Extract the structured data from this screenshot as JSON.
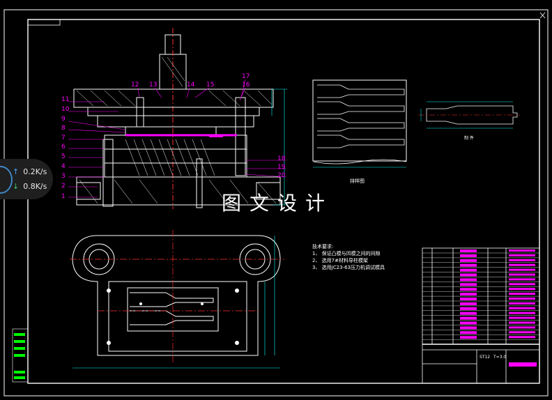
{
  "watermark": "图文设计",
  "net_speed": {
    "up": "0.2K/s",
    "down": "0.8K/s"
  },
  "part_numbers_left": [
    "11",
    "10",
    "9",
    "8",
    "7",
    "6",
    "5",
    "4",
    "3",
    "2",
    "1"
  ],
  "part_numbers_top": [
    "12",
    "13",
    "14",
    "15",
    "17",
    "16"
  ],
  "part_numbers_right": [
    "18",
    "19",
    "20"
  ],
  "strip_caption": "排样图",
  "part_caption": "制 件",
  "tech_requirements": {
    "title": "技术要求:",
    "items": [
      "1、 保证凸模与凹模之间的间隙",
      "2、 选用7#材料导柱模架",
      "3、 选用JC23-63压力机调试模具"
    ]
  },
  "title_block": {
    "drawing_no": "ST12",
    "scale": "T=3.0"
  },
  "colors": {
    "line": "#ffffff",
    "accent": "#ff00ff",
    "center": "#ff3030",
    "dim": "#00ffff",
    "green": "#00ff00",
    "yellow": "#ffff00"
  }
}
